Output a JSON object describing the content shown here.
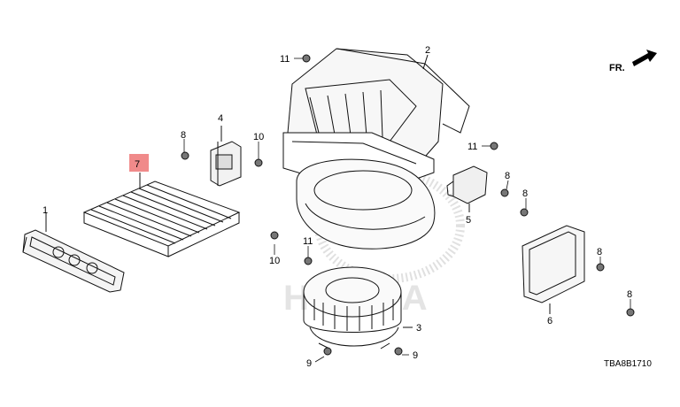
{
  "front_marker": {
    "label": "FR."
  },
  "watermark": {
    "text": "HONDA"
  },
  "diagram_code": "TBA8B1710",
  "callouts": [
    {
      "id": "c1",
      "label": "1"
    },
    {
      "id": "c2",
      "label": "2"
    },
    {
      "id": "c3",
      "label": "3"
    },
    {
      "id": "c4",
      "label": "4"
    },
    {
      "id": "c5",
      "label": "5"
    },
    {
      "id": "c6",
      "label": "6"
    },
    {
      "id": "c7",
      "label": "7",
      "highlighted": true,
      "highlight_color": "#f08a8a"
    },
    {
      "id": "c8a",
      "label": "8"
    },
    {
      "id": "c8b",
      "label": "8"
    },
    {
      "id": "c8c",
      "label": "8"
    },
    {
      "id": "c8d",
      "label": "8"
    },
    {
      "id": "c8e",
      "label": "8"
    },
    {
      "id": "c9a",
      "label": "9"
    },
    {
      "id": "c9b",
      "label": "9"
    },
    {
      "id": "c10a",
      "label": "10"
    },
    {
      "id": "c10b",
      "label": "10"
    },
    {
      "id": "c11a",
      "label": "11"
    },
    {
      "id": "c11b",
      "label": "11"
    },
    {
      "id": "c11c",
      "label": "11"
    }
  ],
  "colors": {
    "line": "#111111",
    "watermark": "#bdbdbd",
    "highlight": "#f08a8a"
  }
}
